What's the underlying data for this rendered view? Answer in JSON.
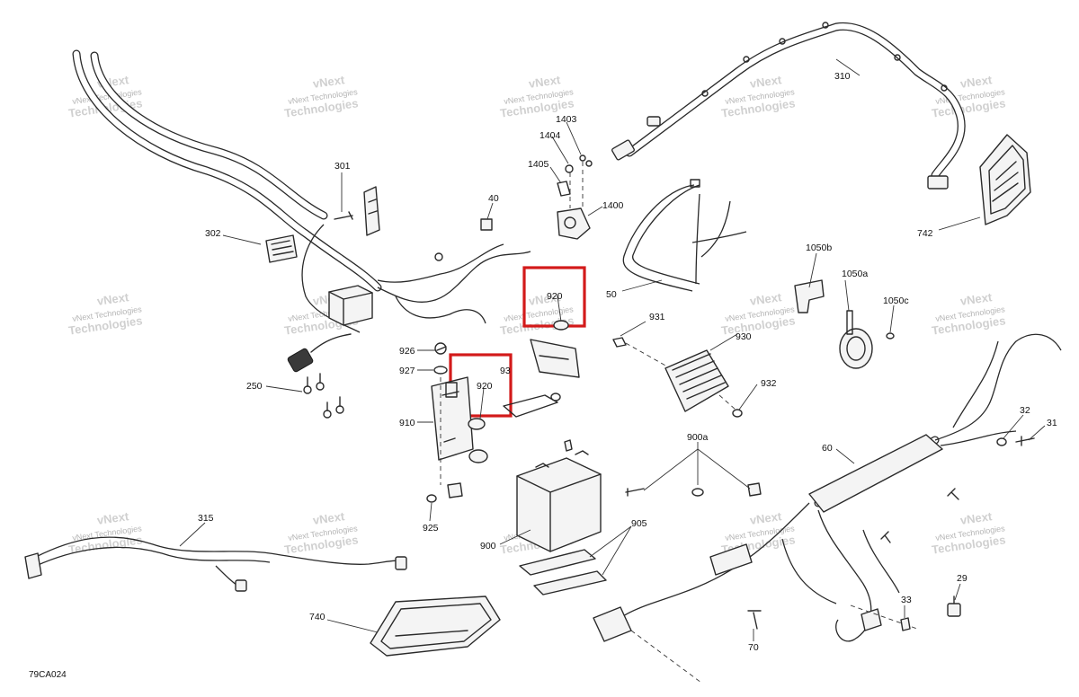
{
  "diagram": {
    "figure_code": "79CA024",
    "watermark_line1": "vNext",
    "watermark_line2": "Technologies",
    "watermark_inline": "vNext Technologies",
    "colors": {
      "highlight": "#d31a1a",
      "line": "#2a2a2a",
      "watermark": "#b5b5b5"
    },
    "callouts": [
      {
        "id": "301",
        "label": "301"
      },
      {
        "id": "302",
        "label": "302"
      },
      {
        "id": "250",
        "label": "250"
      },
      {
        "id": "40",
        "label": "40"
      },
      {
        "id": "1403",
        "label": "1403"
      },
      {
        "id": "1404",
        "label": "1404"
      },
      {
        "id": "1405",
        "label": "1405"
      },
      {
        "id": "1400",
        "label": "1400"
      },
      {
        "id": "310",
        "label": "310"
      },
      {
        "id": "742",
        "label": "742"
      },
      {
        "id": "50",
        "label": "50"
      },
      {
        "id": "920a",
        "label": "920"
      },
      {
        "id": "920b",
        "label": "920"
      },
      {
        "id": "931a",
        "label": "931"
      },
      {
        "id": "931b",
        "label": "93"
      },
      {
        "id": "930",
        "label": "930"
      },
      {
        "id": "932",
        "label": "932"
      },
      {
        "id": "926",
        "label": "926"
      },
      {
        "id": "927",
        "label": "927"
      },
      {
        "id": "910",
        "label": "910"
      },
      {
        "id": "925",
        "label": "925"
      },
      {
        "id": "900",
        "label": "900"
      },
      {
        "id": "900a",
        "label": "900a"
      },
      {
        "id": "905",
        "label": "905"
      },
      {
        "id": "1050b",
        "label": "1050b"
      },
      {
        "id": "1050a",
        "label": "1050a"
      },
      {
        "id": "1050c",
        "label": "1050c"
      },
      {
        "id": "60",
        "label": "60"
      },
      {
        "id": "32",
        "label": "32"
      },
      {
        "id": "31",
        "label": "31"
      },
      {
        "id": "29",
        "label": "29"
      },
      {
        "id": "33",
        "label": "33"
      },
      {
        "id": "70",
        "label": "70"
      },
      {
        "id": "315",
        "label": "315"
      },
      {
        "id": "740",
        "label": "740"
      }
    ]
  }
}
